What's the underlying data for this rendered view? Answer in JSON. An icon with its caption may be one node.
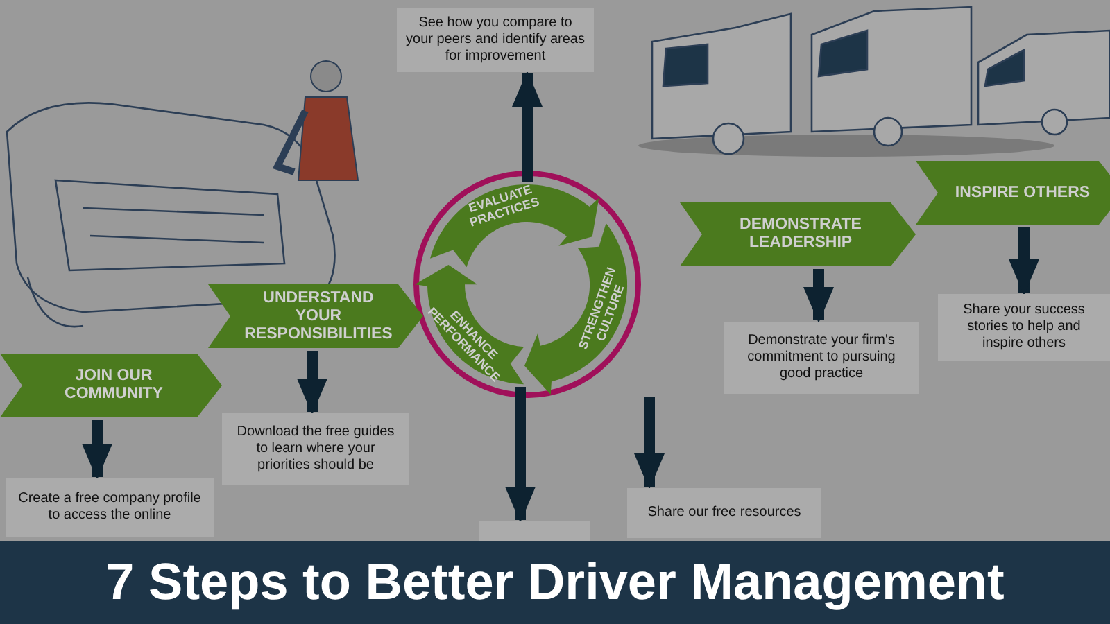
{
  "diagram": {
    "title": "7 Steps to Better Driver Management",
    "nodes": [
      {
        "text": [
          "JOIN OUR COMMUNITY"
        ]
      },
      {
        "text": [
          "UNDERSTAND YOUR RESPONSIBILITIES"
        ]
      },
      {
        "text": [
          "EVALUATE PRACTICES"
        ]
      },
      {
        "text": [
          "STRENGTHEN CULTURE"
        ]
      },
      {
        "text": [
          "ENHANCE PERFORMANCE"
        ]
      },
      {
        "text": [
          "DEMONSTRATE LEADERSHIP"
        ]
      },
      {
        "text": [
          "INSPIRE OTHERS"
        ]
      },
      {
        "text": [
          "Create a free company profile to access the online"
        ]
      },
      {
        "text": [
          "Download the free guides to learn where your priorities should be"
        ]
      },
      {
        "text": [
          "See how you compare to your peers and identify areas for improvement"
        ]
      },
      {
        "text": [
          "Share our free resources"
        ]
      },
      {
        "text": [],
        "shape": "box"
      },
      {
        "text": [
          "Demonstrate your firm's commitment to pursuing good practice"
        ]
      },
      {
        "text": [
          "Share your success stories to help and inspire others"
        ]
      }
    ],
    "edges": [
      {
        "from": 0,
        "to": 7,
        "arrow": "to"
      },
      {
        "from": 1,
        "to": 8,
        "arrow": "to"
      },
      {
        "from": 2,
        "to": 9,
        "arrow": "to"
      },
      {
        "from": 3,
        "to": 10,
        "arrow": "to"
      },
      {
        "from": 4,
        "to": 11,
        "arrow": "to"
      },
      {
        "from": 5,
        "to": 12,
        "arrow": "to"
      },
      {
        "from": 6,
        "to": 13,
        "arrow": "to"
      }
    ]
  }
}
